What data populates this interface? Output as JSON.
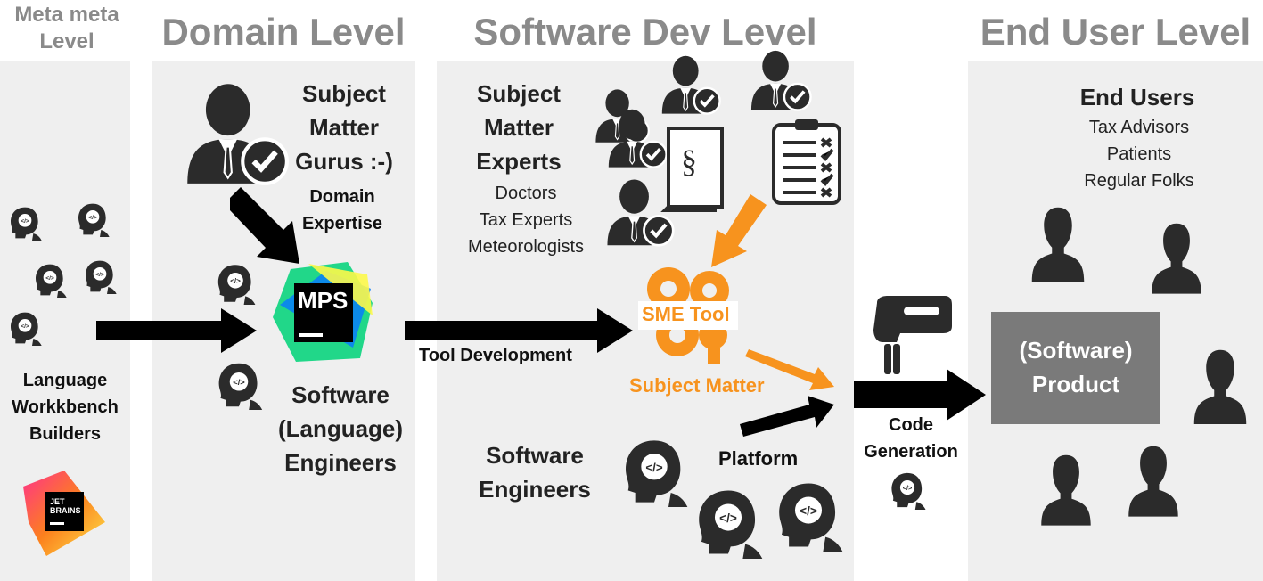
{
  "columns": {
    "meta": "Meta meta\nLevel",
    "domain": "Domain Level",
    "software_dev": "Software Dev Level",
    "end_user": "End User Level"
  },
  "meta_col": {
    "builders": "Language\nWorkkbench\nBuilders",
    "logo_text": "JET\nBRAINS"
  },
  "domain_col": {
    "gurus": "Subject\nMatter\nGurus :-)",
    "domain_expertise": "Domain\nExpertise",
    "mps_label": "MPS",
    "engineers": "Software\n(Language)\nEngineers"
  },
  "dev_col": {
    "experts": "Subject\nMatter\nExperts",
    "expert_kinds": "Doctors\nTax Experts\nMeteorologists",
    "tool_dev": "Tool Development",
    "sme_tool": "SME Tool",
    "subject_matter": "Subject Matter",
    "software_engineers": "Software\nEngineers",
    "platform": "Platform",
    "law_symbol": "§"
  },
  "codegen": {
    "label": "Code\nGeneration"
  },
  "end_col": {
    "end_users": "End Users",
    "user_kinds": "Tax Advisors\nPatients\nRegular Folks",
    "product": "(Software)\nProduct"
  },
  "colors": {
    "panel": "#efefef",
    "title_gray": "#8a8a8a",
    "accent_orange": "#f7931e",
    "product_box": "#7a7a7a",
    "icon_dark": "#2b2b2b"
  }
}
